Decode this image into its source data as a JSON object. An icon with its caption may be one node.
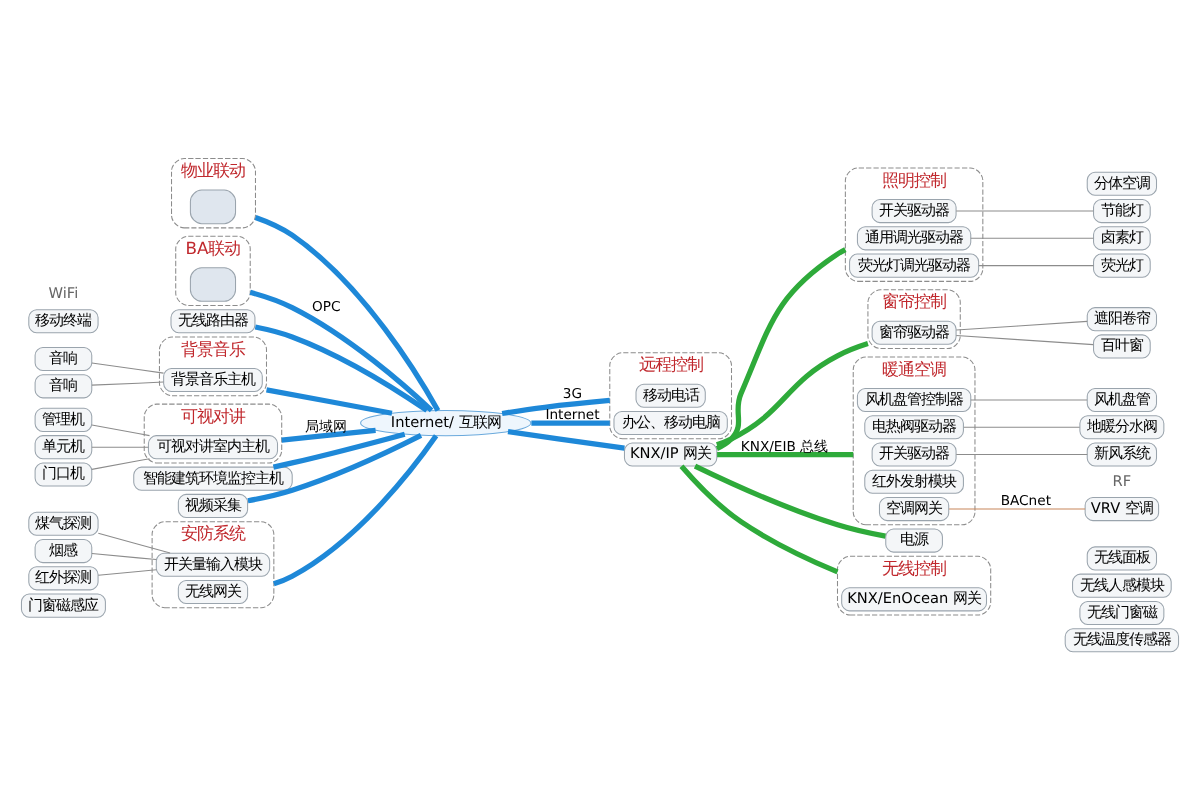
{
  "diagram": {
    "nodes": [
      {
        "text": [
          "物业联动"
        ]
      },
      {
        "text": [],
        "shape": "box",
        "in": 0
      },
      {
        "text": [
          "BA联动"
        ]
      },
      {
        "text": [],
        "shape": "box",
        "in": 2
      },
      {
        "text": [
          "Internet/ 互联网"
        ]
      },
      {
        "text": [
          "远程控制"
        ]
      },
      {
        "text": [
          "移动电话"
        ],
        "in": 5
      },
      {
        "text": [
          "办公、移动电脑"
        ],
        "in": 5
      },
      {
        "text": [
          "KNX/IP 网关"
        ]
      },
      {
        "text": [
          "照明控制"
        ]
      },
      {
        "text": [
          "开关驱动器"
        ],
        "in": 9
      },
      {
        "text": [
          "通用调光驱动器"
        ],
        "in": 9
      },
      {
        "text": [
          "荧光灯调光驱动器"
        ],
        "in": 9
      },
      {
        "text": [
          "节能灯"
        ]
      },
      {
        "text": [
          "卤素灯"
        ]
      },
      {
        "text": [
          "荧光灯"
        ]
      },
      {
        "text": [
          "移动终端"
        ]
      },
      {
        "text": [
          "无线路由器"
        ]
      },
      {
        "text": [
          "窗帘控制"
        ]
      },
      {
        "text": [
          "窗帘驱动器"
        ],
        "in": 18
      },
      {
        "text": [
          "遮阳卷帘"
        ]
      },
      {
        "text": [
          "百叶窗"
        ]
      },
      {
        "text": [
          "背景音乐"
        ]
      },
      {
        "text": [
          "背景音乐主机"
        ],
        "in": 22
      },
      {
        "text": [
          "音响"
        ]
      },
      {
        "text": [
          "音响"
        ]
      },
      {
        "text": [
          "可视对讲"
        ]
      },
      {
        "text": [
          "可视对讲室内主机"
        ],
        "in": 26
      },
      {
        "text": [
          "管理机"
        ]
      },
      {
        "text": [
          "单元机"
        ]
      },
      {
        "text": [
          "门口机"
        ]
      },
      {
        "text": [
          "智能建筑环境监控主机"
        ]
      },
      {
        "text": [
          "暖通空调"
        ]
      },
      {
        "text": [
          "风机盘管控制器"
        ],
        "in": 32
      },
      {
        "text": [
          "电热阀驱动器"
        ],
        "in": 32
      },
      {
        "text": [
          "开关驱动器"
        ],
        "in": 32
      },
      {
        "text": [
          "红外发射模块"
        ],
        "in": 32
      },
      {
        "text": [
          "空调网关"
        ],
        "in": 32
      },
      {
        "text": [
          "风机盘管"
        ]
      },
      {
        "text": [
          "地暖分水阀"
        ]
      },
      {
        "text": [
          "新风系统"
        ]
      },
      {
        "text": [
          "分体空调"
        ]
      },
      {
        "text": [
          "VRV 空调"
        ]
      },
      {
        "text": [
          "视频采集"
        ]
      },
      {
        "text": [
          "安防系统"
        ]
      },
      {
        "text": [
          "开关量输入模块"
        ],
        "in": 44
      },
      {
        "text": [
          "无线网关"
        ],
        "in": 44
      },
      {
        "text": [
          "煤气探测"
        ]
      },
      {
        "text": [
          "烟感"
        ]
      },
      {
        "text": [
          "红外探测"
        ]
      },
      {
        "text": [
          "门窗磁感应"
        ]
      },
      {
        "text": [
          "电源"
        ]
      },
      {
        "text": [
          "无线控制"
        ]
      },
      {
        "text": [
          "KNX/EnOcean 网关"
        ],
        "in": 52
      },
      {
        "text": [
          "无线面板"
        ]
      },
      {
        "text": [
          "无线人感模块"
        ]
      },
      {
        "text": [
          "无线门窗磁"
        ]
      },
      {
        "text": [
          "无线温度传感器"
        ]
      }
    ],
    "edges": [
      {
        "from": 0,
        "to": 4,
        "arrow": "none",
        "style": "thick",
        "color": "#1e88d8"
      },
      {
        "from": 2,
        "to": 4,
        "arrow": "none",
        "label": "OPC",
        "style": "thick",
        "color": "#1e88d8"
      },
      {
        "from": 4,
        "to": 5,
        "arrow": "none",
        "label": "3G",
        "style": "thick",
        "color": "#1e88d8"
      },
      {
        "from": 4,
        "to": 5,
        "arrow": "none",
        "label": "Internet",
        "style": "thick",
        "color": "#1e88d8"
      },
      {
        "from": 4,
        "to": 8,
        "arrow": "none",
        "style": "thick",
        "color": "#1e88d8"
      },
      {
        "from": 17,
        "to": 4,
        "arrow": "none",
        "style": "thick",
        "color": "#1e88d8"
      },
      {
        "from": 22,
        "to": 4,
        "arrow": "none",
        "style": "thick",
        "color": "#1e88d8"
      },
      {
        "from": 26,
        "to": 4,
        "arrow": "none",
        "label": "局域网",
        "style": "thick",
        "color": "#1e88d8"
      },
      {
        "from": 31,
        "to": 4,
        "arrow": "none",
        "style": "thick",
        "color": "#1e88d8"
      },
      {
        "from": 43,
        "to": 4,
        "arrow": "none",
        "style": "thick",
        "color": "#1e88d8"
      },
      {
        "from": 44,
        "to": 4,
        "arrow": "none",
        "style": "thick",
        "color": "#1e88d8"
      },
      {
        "from": 8,
        "to": 9,
        "arrow": "none",
        "style": "thick",
        "color": "#2eaa3a"
      },
      {
        "from": 8,
        "to": 18,
        "arrow": "none",
        "style": "thick",
        "color": "#2eaa3a"
      },
      {
        "from": 8,
        "to": 32,
        "arrow": "none",
        "label": "KNX/EIB 总线",
        "style": "thick",
        "color": "#2eaa3a"
      },
      {
        "from": 8,
        "to": 52,
        "arrow": "none",
        "style": "thick",
        "color": "#2eaa3a"
      },
      {
        "from": 8,
        "to": 51,
        "arrow": "none",
        "style": "thick",
        "color": "#2eaa3a"
      },
      {
        "from": 10,
        "to": 13,
        "arrow": "none"
      },
      {
        "from": 11,
        "to": 14,
        "arrow": "none"
      },
      {
        "from": 12,
        "to": 15,
        "arrow": "none"
      },
      {
        "from": 19,
        "to": 20,
        "arrow": "none"
      },
      {
        "from": 19,
        "to": 21,
        "arrow": "none"
      },
      {
        "from": 33,
        "to": 38,
        "arrow": "none"
      },
      {
        "from": 34,
        "to": 39,
        "arrow": "none"
      },
      {
        "from": 35,
        "to": 40,
        "arrow": "none"
      },
      {
        "from": 37,
        "to": 42,
        "arrow": "none",
        "label": "BACnet",
        "color": "#c8865a"
      },
      {
        "from": 24,
        "to": 23,
        "arrow": "none"
      },
      {
        "from": 25,
        "to": 23,
        "arrow": "none"
      },
      {
        "from": 28,
        "to": 27,
        "arrow": "none"
      },
      {
        "from": 29,
        "to": 27,
        "arrow": "none"
      },
      {
        "from": 30,
        "to": 27,
        "arrow": "none"
      },
      {
        "from": 47,
        "to": 45,
        "arrow": "none"
      },
      {
        "from": 48,
        "to": 45,
        "arrow": "none"
      },
      {
        "from": 49,
        "to": 45,
        "arrow": "none"
      }
    ],
    "labels": [
      "WiFi",
      "RF"
    ]
  }
}
